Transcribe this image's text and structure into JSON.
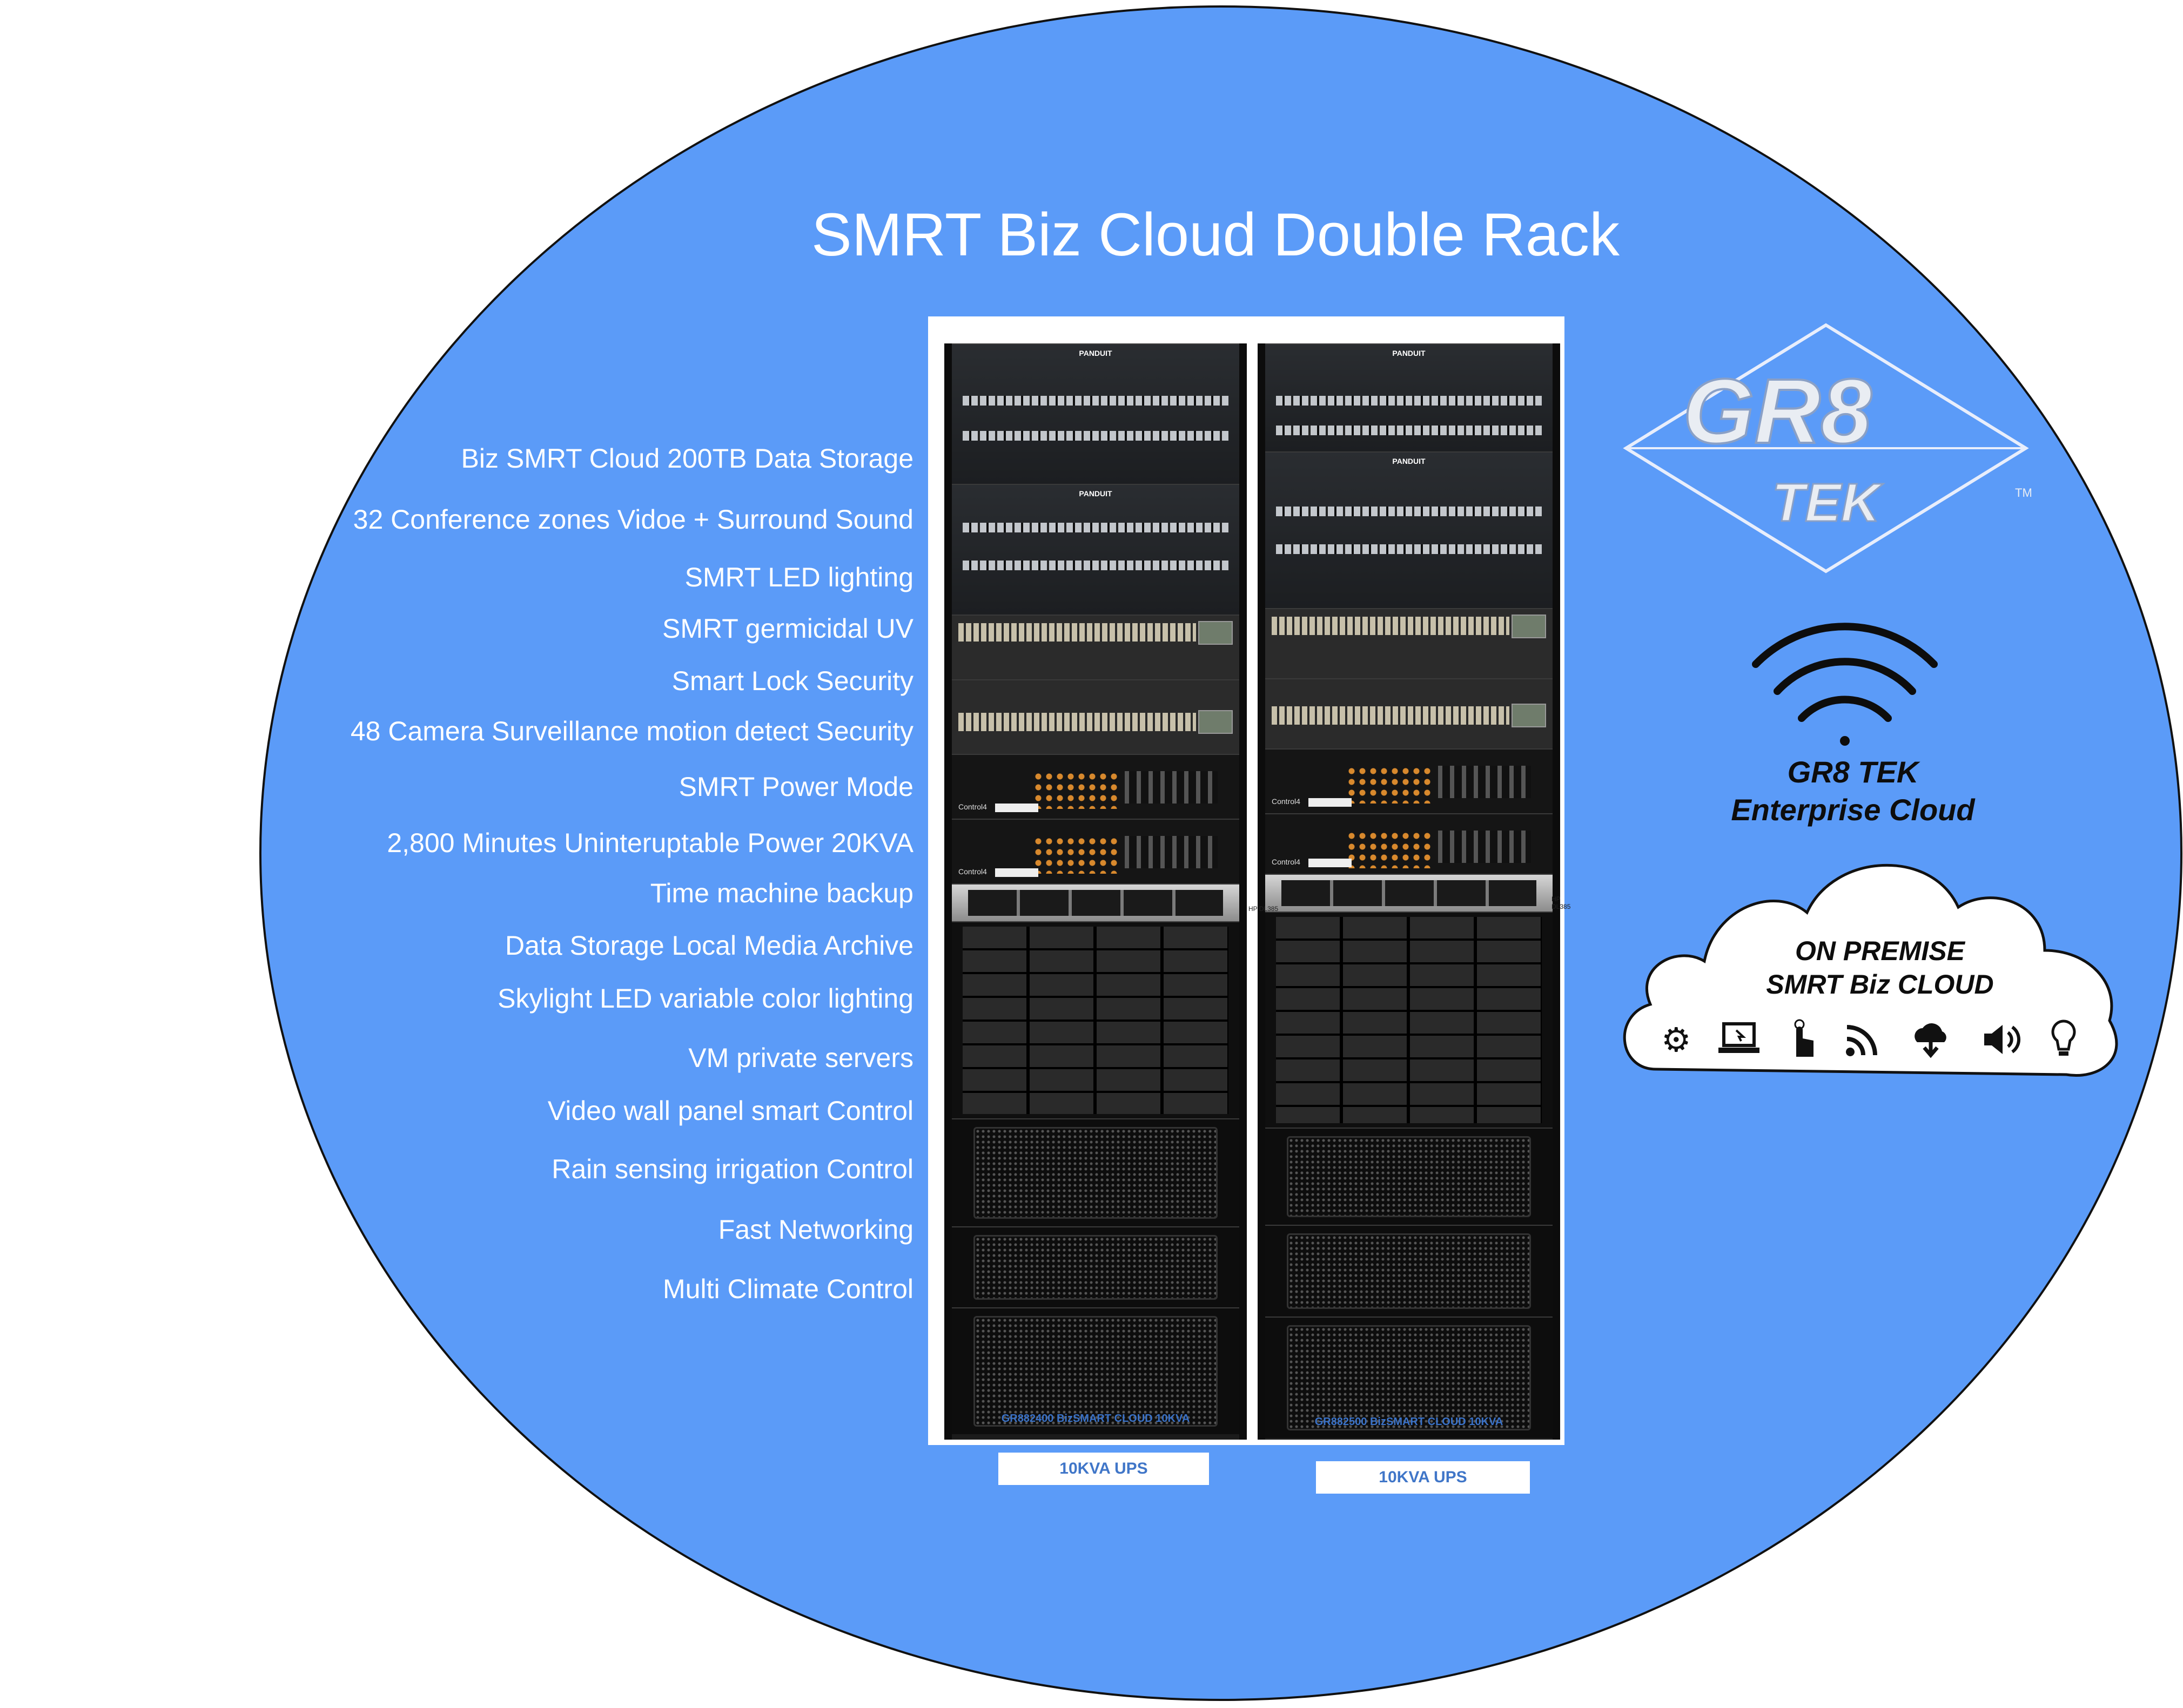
{
  "title": "SMRT Biz Cloud Double Rack",
  "features": [
    "Biz SMRT Cloud 200TB Data Storage",
    "32 Conference zones Vidoe + Surround Sound",
    "SMRT LED lighting",
    "SMRT germicidal UV",
    "Smart Lock Security",
    "48 Camera Surveillance motion detect Security",
    "SMRT Power Mode",
    "2,800 Minutes Uninteruptable Power 20KVA",
    "Time machine  backup",
    "Data Storage Local Media Archive",
    "Skylight LED variable color lighting",
    "VM private servers",
    "Video wall panel smart Control",
    "Rain sensing irrigation Control",
    "Fast Networking",
    "Multi Climate Control"
  ],
  "racks": [
    {
      "label": "GR882400 BizSMART CLOUD 10KVA",
      "ups_label": "10KVA UPS"
    },
    {
      "label": "GR882500 BizSMART CLOUD 10KVA",
      "ups_label": "10KVA UPS"
    }
  ],
  "equipment": {
    "patch_brand": "PANDUIT",
    "controller_brand": "Control4",
    "server_model": "HP DL385"
  },
  "logo": {
    "text_main": "GR8",
    "text_sub": "TEK",
    "tm": "TM"
  },
  "wifi": {
    "line1": "GR8 TEK",
    "line2": "Enterprise Cloud"
  },
  "cloud": {
    "line1": "ON PREMISE",
    "line2": "SMRT Biz CLOUD",
    "icons": [
      "gears-icon",
      "laptop-icon",
      "touch-hand-icon",
      "rss-feed-icon",
      "cloud-download-icon",
      "speaker-icon",
      "lightbulb-icon"
    ]
  },
  "colors": {
    "background_circle": "#5b9bf8",
    "ups_label": "#4076c8",
    "text_white": "#ffffff"
  }
}
